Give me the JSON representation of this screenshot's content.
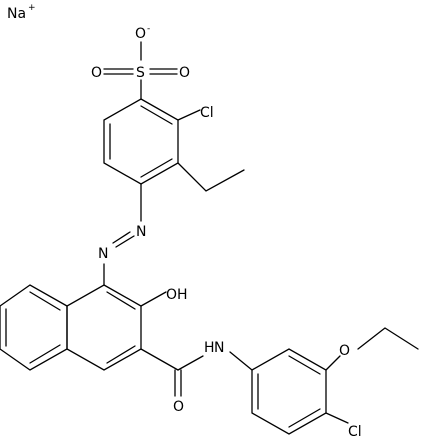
{
  "molecule": {
    "counter_ion": {
      "symbol": "Na",
      "charge": "+"
    },
    "sulfonate": {
      "oxygen_top": "O",
      "charge": "-",
      "sulfur": "S",
      "oxygen_left": "O",
      "oxygen_right": "O"
    },
    "ring1_chloro": "Cl",
    "azo": {
      "n1": "N",
      "n2": "N"
    },
    "hydroxyl": "OH",
    "amide": {
      "nh": "H",
      "n": "N",
      "o": "O"
    },
    "ring3_ethoxy_o": "O",
    "ring3_chloro": "Cl"
  },
  "colors": {
    "ink": "#000000",
    "background": "#ffffff"
  }
}
